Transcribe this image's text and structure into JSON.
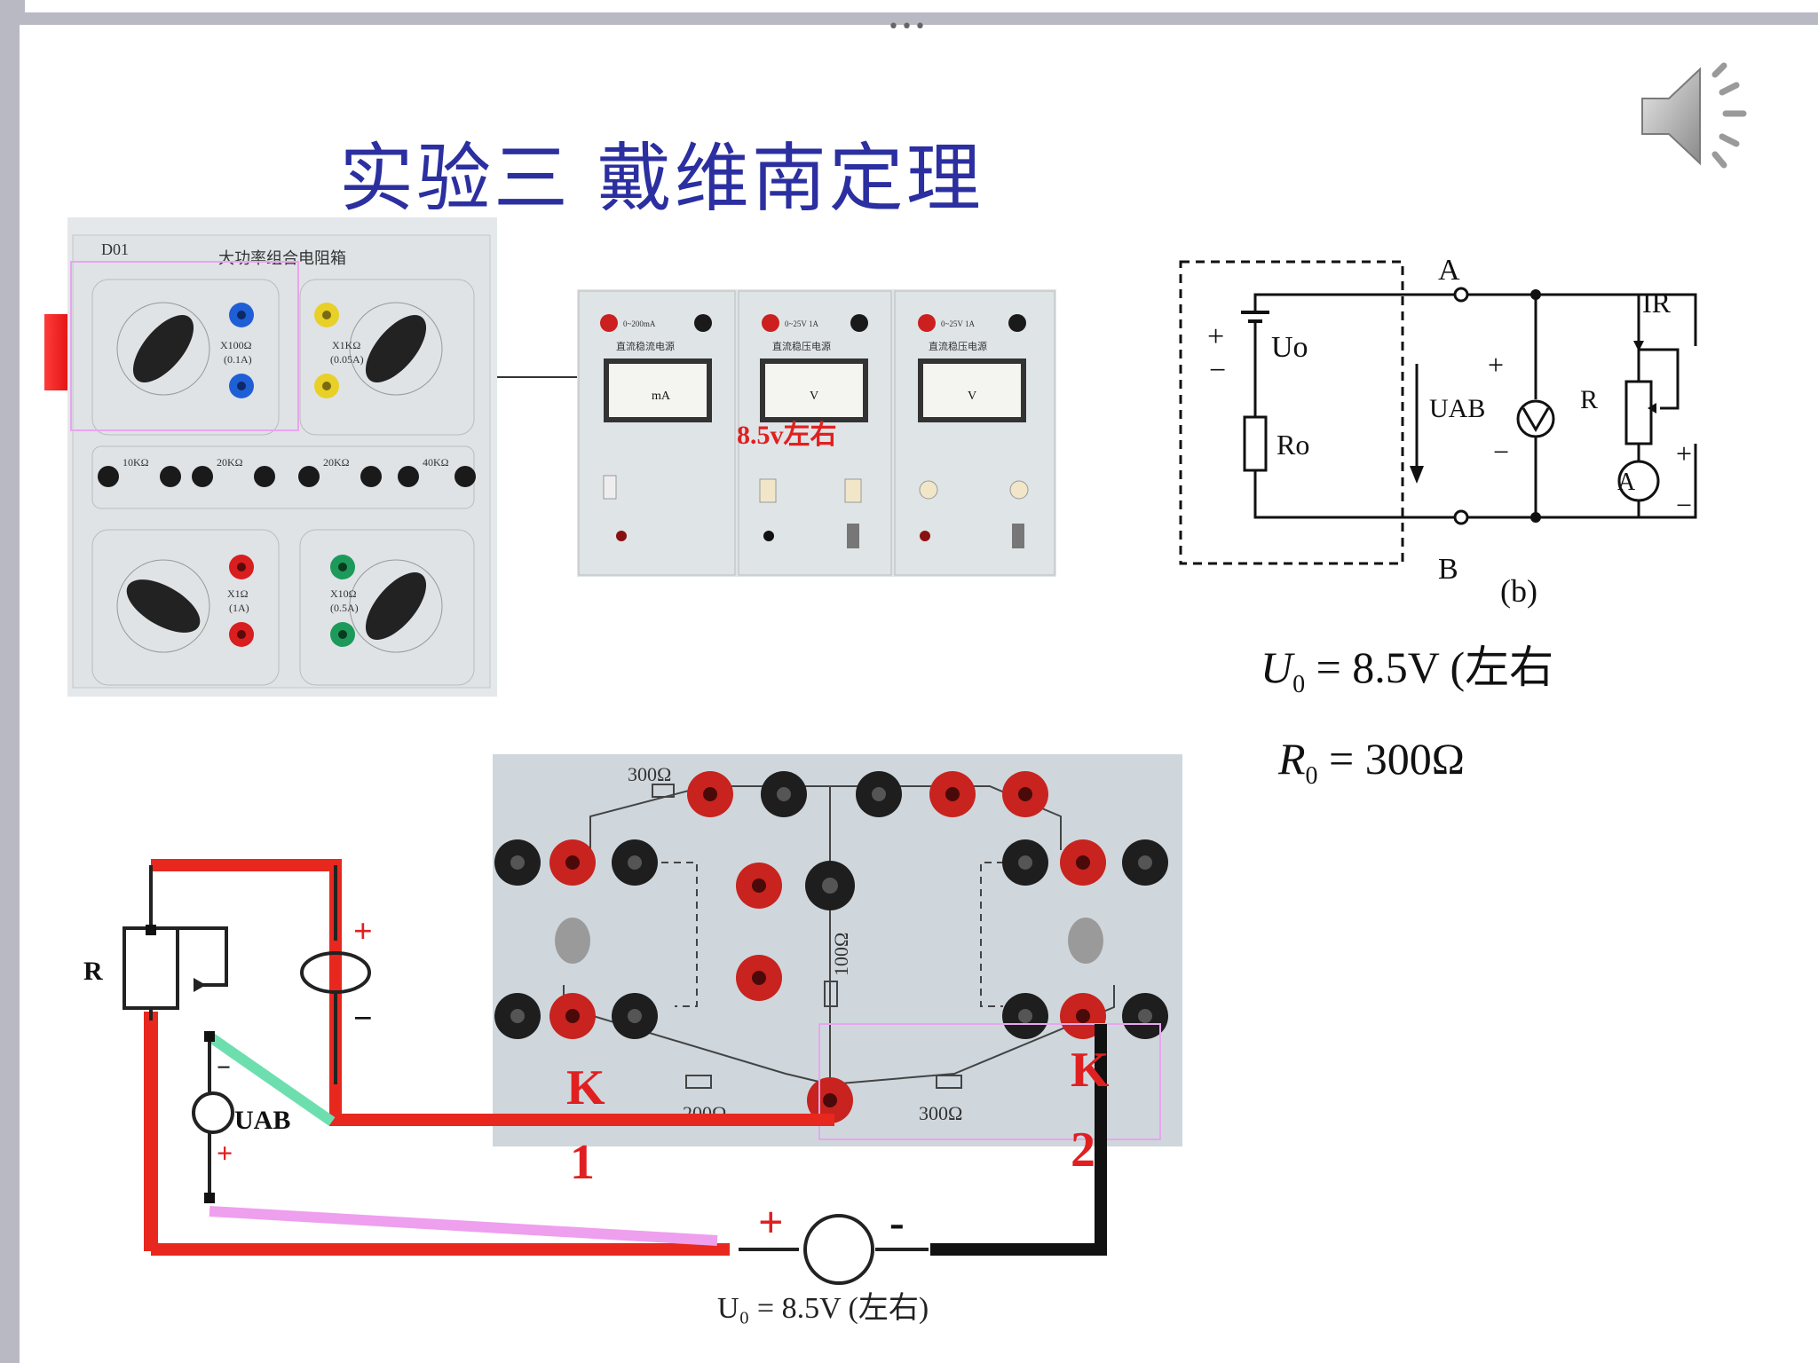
{
  "slide": {
    "title": "实验三 戴维南定理"
  },
  "resistor_box": {
    "model": "D01",
    "name": "大功率组合电阻箱",
    "dial_x100": "X100Ω",
    "dial_x100_rating": "(0.1A)",
    "dial_x1k": "X1KΩ",
    "dial_x1k_rating": "(0.05A)",
    "dial_x1": "X1Ω",
    "dial_x1_rating": "(1A)",
    "dial_x10": "X10Ω",
    "dial_x10_rating": "(0.5A)",
    "fixed_resistors": [
      "10KΩ",
      "20KΩ",
      "20KΩ",
      "40KΩ"
    ]
  },
  "power_supply": {
    "annotation": "8.5v左右",
    "units": [
      "0~200mA",
      "0~25V 1A",
      "0~25V 1A"
    ],
    "unit_titles": [
      "直流稳流电源",
      "直流稳压电源",
      "直流稳压电源"
    ],
    "meter_units": [
      "mA",
      "V",
      "V"
    ]
  },
  "schematic_b": {
    "node_a": "A",
    "node_b": "B",
    "source": "Uo",
    "internal_r": "Ro",
    "voltage": "UAB",
    "current": "IR",
    "resistor": "R",
    "caption": "(b)",
    "plus": "+",
    "minus": "−"
  },
  "equations": {
    "u0_lhs": "U",
    "u0_sub": "0",
    "u0_rhs": "= 8.5V",
    "u0_note": "(左右",
    "r0_lhs": "R",
    "r0_sub": "0",
    "r0_rhs": "= 300Ω"
  },
  "circuit_board": {
    "r_300_top": "300Ω",
    "r_100": "100Ω",
    "r_200": "200Ω",
    "r_300_bottom": "300Ω",
    "k1": "K",
    "k1_num": "1",
    "k2": "K",
    "k2_num": "2"
  },
  "wiring_diagram": {
    "resistor": "R",
    "voltmeter": "UAB",
    "plus": "+",
    "minus": "−",
    "source_plus": "+",
    "source_minus": "-",
    "source_label": "U₀ = 8.5V (左右)"
  },
  "colors": {
    "title": "#2b2fa0",
    "wire_red": "#e8281e",
    "wire_black": "#111111",
    "wire_green": "#6ddfae",
    "wire_pink": "#ee9fee",
    "highlight_box": "#e7a6ee",
    "annotation_red": "#e02020"
  },
  "icons": [
    "speaker-icon"
  ]
}
